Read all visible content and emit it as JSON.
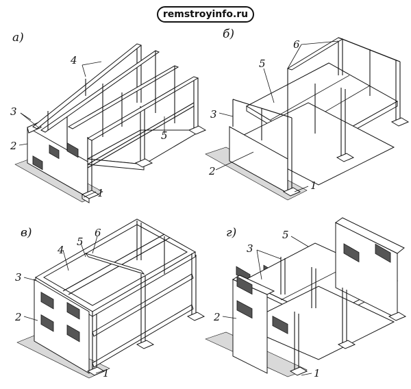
{
  "site": {
    "label": "remstroyinfo.ru"
  },
  "panels": [
    {
      "id": "a",
      "letter": "а)",
      "callouts": [
        "1",
        "2",
        "3",
        "4",
        "5"
      ]
    },
    {
      "id": "b",
      "letter": "б)",
      "callouts": [
        "1",
        "2",
        "3",
        "5",
        "6"
      ]
    },
    {
      "id": "v",
      "letter": "в)",
      "callouts": [
        "1",
        "2",
        "3",
        "4",
        "5",
        "6"
      ]
    },
    {
      "id": "g",
      "letter": "г)",
      "callouts": [
        "1",
        "2",
        "3",
        "5"
      ]
    }
  ]
}
